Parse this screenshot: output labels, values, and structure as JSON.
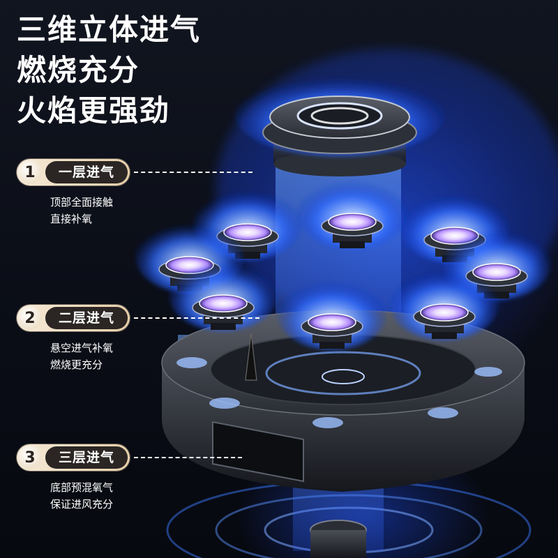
{
  "headline": {
    "line1": "三维立体进气",
    "line2": "燃烧充分",
    "line3": "火焰更强劲"
  },
  "callouts": [
    {
      "number": "1",
      "label": "一层进气",
      "desc_line1": "顶部全面接触",
      "desc_line2": "直接补氧"
    },
    {
      "number": "2",
      "label": "二层进气",
      "desc_line1": "悬空进气补氧",
      "desc_line2": "燃烧更充分"
    },
    {
      "number": "3",
      "label": "三层进气",
      "desc_line1": "底部预混氧气",
      "desc_line2": "保证进风充分"
    }
  ],
  "colors": {
    "pill_gradient_start": "#f6ead8",
    "pill_gradient_end": "#e7cfa9",
    "pill_label_bg": "#2b2624",
    "flame_blue": "#2f6bff",
    "burner_metal": "#2a2d34"
  }
}
